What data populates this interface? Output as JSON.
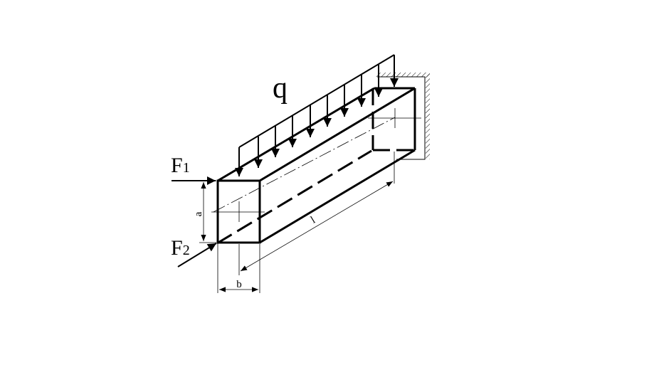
{
  "labels": {
    "load": "q",
    "force1_main": "F",
    "force1_sub": "1",
    "force2_main": "F",
    "force2_sub": "2",
    "height": "a",
    "width": "b",
    "length": "l"
  },
  "colors": {
    "ink": "#000000",
    "background": "#ffffff"
  }
}
